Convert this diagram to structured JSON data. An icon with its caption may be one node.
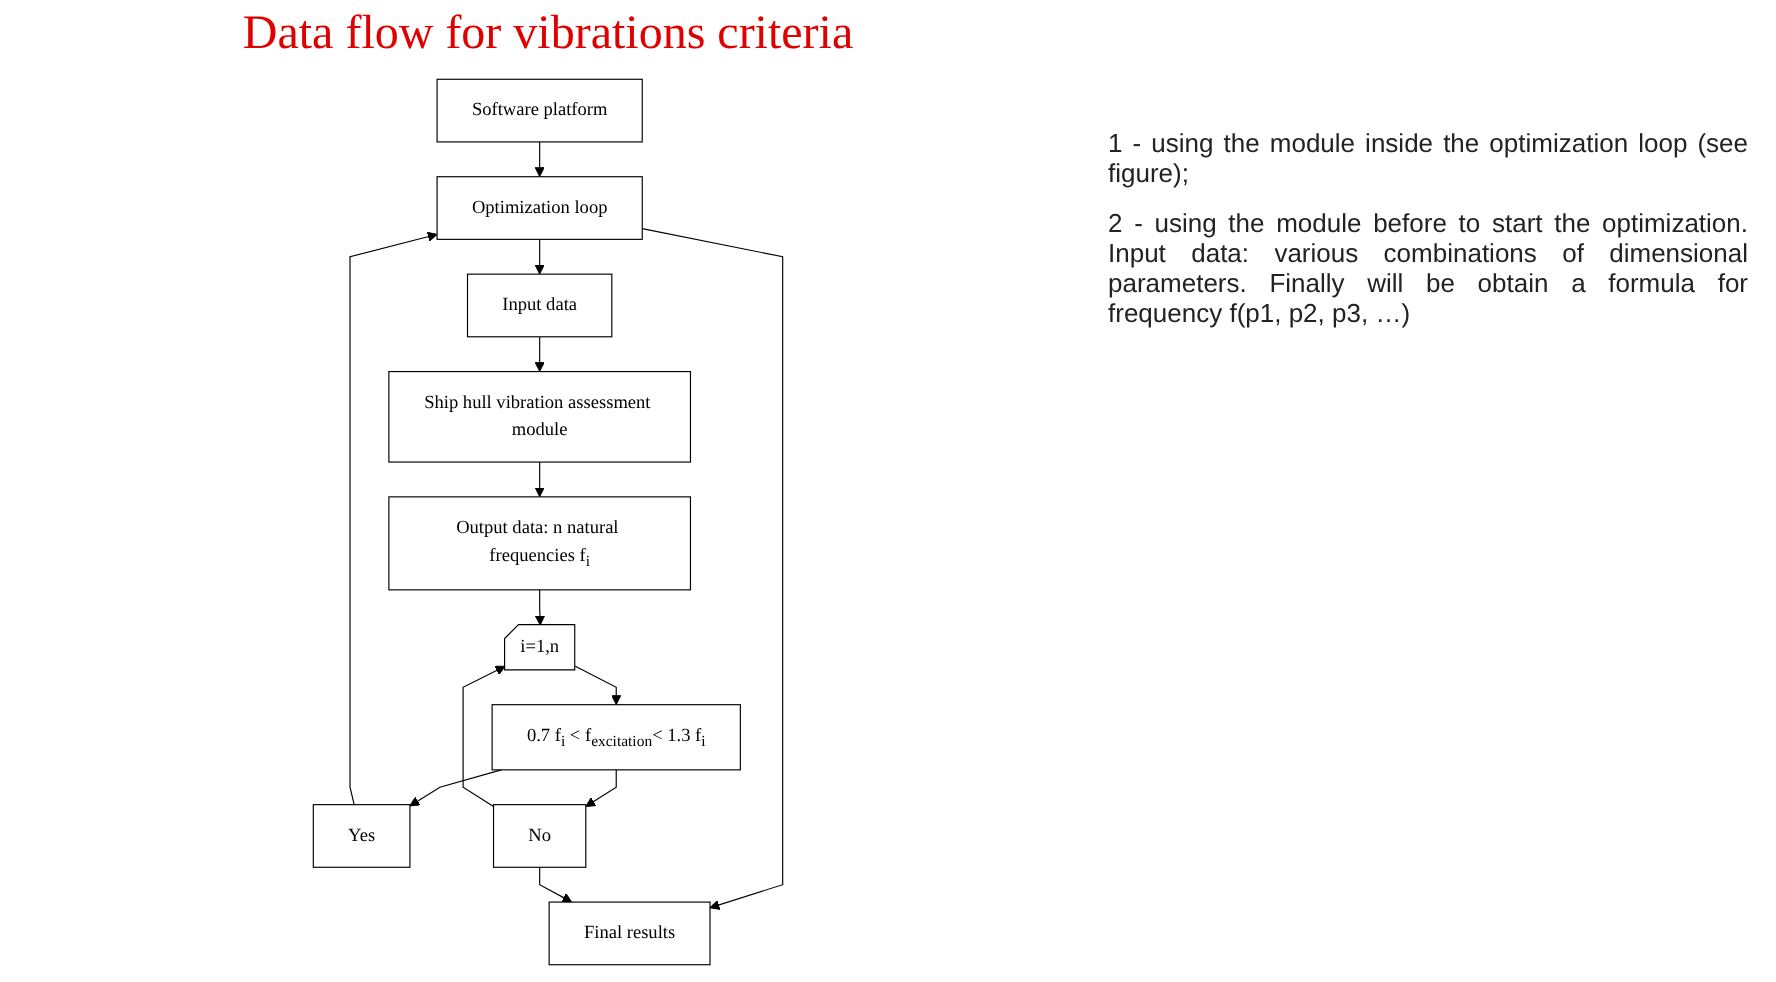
{
  "diagram": {
    "title": "Data flow for vibrations criteria",
    "nodes": [
      {
        "text": [
          "Software platform"
        ]
      },
      {
        "text": [
          "Optimization loop"
        ]
      },
      {
        "text": [
          "Input data"
        ]
      },
      {
        "text": [
          "Ship hull vibration assessment module"
        ]
      },
      {
        "text": [
          "Output data: n natural frequencies f$_{i}$"
        ]
      },
      {
        "text": [
          "i=1,n"
        ]
      },
      {
        "text": [
          "0.7 f$_{i}$ < f$_{excitation}$< 1.3 f$_{i}$"
        ]
      },
      {
        "text": [
          "Yes"
        ]
      },
      {
        "text": [
          "No"
        ]
      },
      {
        "text": [
          "Final results"
        ]
      }
    ],
    "edges": [
      {
        "from": 0,
        "to": 1,
        "arrow": "to"
      },
      {
        "from": 1,
        "to": 2,
        "arrow": "to"
      },
      {
        "from": 2,
        "to": 3,
        "arrow": "to"
      },
      {
        "from": 3,
        "to": 4,
        "arrow": "to"
      },
      {
        "from": 4,
        "to": 5,
        "arrow": "to"
      },
      {
        "from": 5,
        "to": 6,
        "arrow": "to"
      },
      {
        "from": 6,
        "to": 7,
        "arrow": "to"
      },
      {
        "from": 6,
        "to": 8,
        "arrow": "to"
      },
      {
        "from": 8,
        "to": 5,
        "arrow": "to"
      },
      {
        "from": 7,
        "to": 1,
        "arrow": "to"
      },
      {
        "from": 1,
        "to": 9,
        "arrow": "to"
      },
      {
        "from": 8,
        "to": 9,
        "arrow": "to"
      }
    ],
    "labels": [
      "1 - using the module inside the optimization loop (see figure);",
      "2 - using the module before to start the optimization. Input data: various combinations of dimensional parameters. Finally will be obtain a formula for frequency f(p1, p2, p3, …)"
    ]
  }
}
